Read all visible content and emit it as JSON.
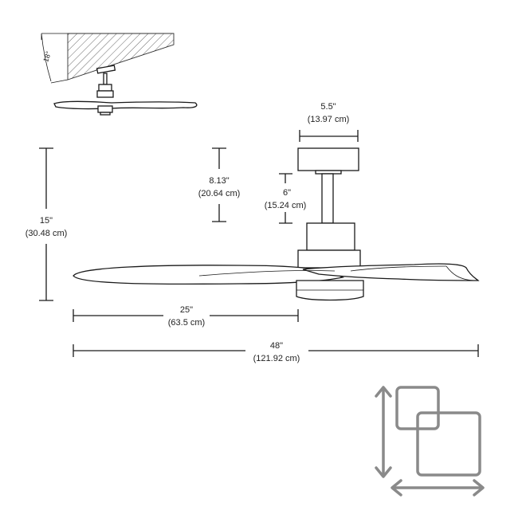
{
  "side_view": {
    "angle_label": "18°"
  },
  "dimensions": {
    "canopy_width": {
      "imperial": "5.5\"",
      "metric": "(13.97 cm)"
    },
    "ceiling_to_blade": {
      "imperial": "8.13\"",
      "metric": "(20.64 cm)"
    },
    "downrod": {
      "imperial": "6\"",
      "metric": "(15.24 cm)"
    },
    "total_height": {
      "imperial": "15\"",
      "metric": "(30.48 cm)"
    },
    "blade_length": {
      "imperial": "25\"",
      "metric": "(63.5 cm)"
    },
    "span": {
      "imperial": "48\"",
      "metric": "(121.92 cm)"
    }
  },
  "icons": {
    "size_icon": "dimensions-icon"
  },
  "colors": {
    "line": "#1a1a1a",
    "icon": "#8a8a8a"
  }
}
